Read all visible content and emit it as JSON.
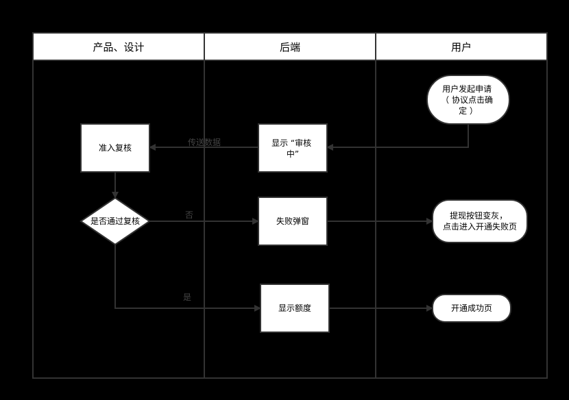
{
  "colors": {
    "background": "#000000",
    "line": "#333333",
    "header_fill": "#ffffff",
    "node_fill": "#ffffff",
    "text": "#000000",
    "edge_label": "#444444"
  },
  "lanes": [
    {
      "title": "产品、设计"
    },
    {
      "title": "后端"
    },
    {
      "title": "用户"
    }
  ],
  "nodes": {
    "user_apply": {
      "lines": [
        "用户发起申请",
        "（ 协议点击确",
        "定 ）"
      ]
    },
    "show_reviewing": {
      "lines": [
        "显示 “审核",
        "中”"
      ]
    },
    "admit_review": {
      "lines": [
        "准入复核"
      ]
    },
    "pass_decision": {
      "lines": [
        "是否通过复核"
      ]
    },
    "fail_popup": {
      "lines": [
        "失败弹窗"
      ]
    },
    "withdraw_gray": {
      "lines": [
        "提现按钮变灰，",
        "点击进入开通失败页"
      ]
    },
    "show_quota": {
      "lines": [
        "显示额度"
      ]
    },
    "open_success": {
      "lines": [
        "开通成功页"
      ]
    }
  },
  "edge_labels": {
    "transfer_data": "传送数据",
    "no": "否",
    "yes": "是"
  }
}
